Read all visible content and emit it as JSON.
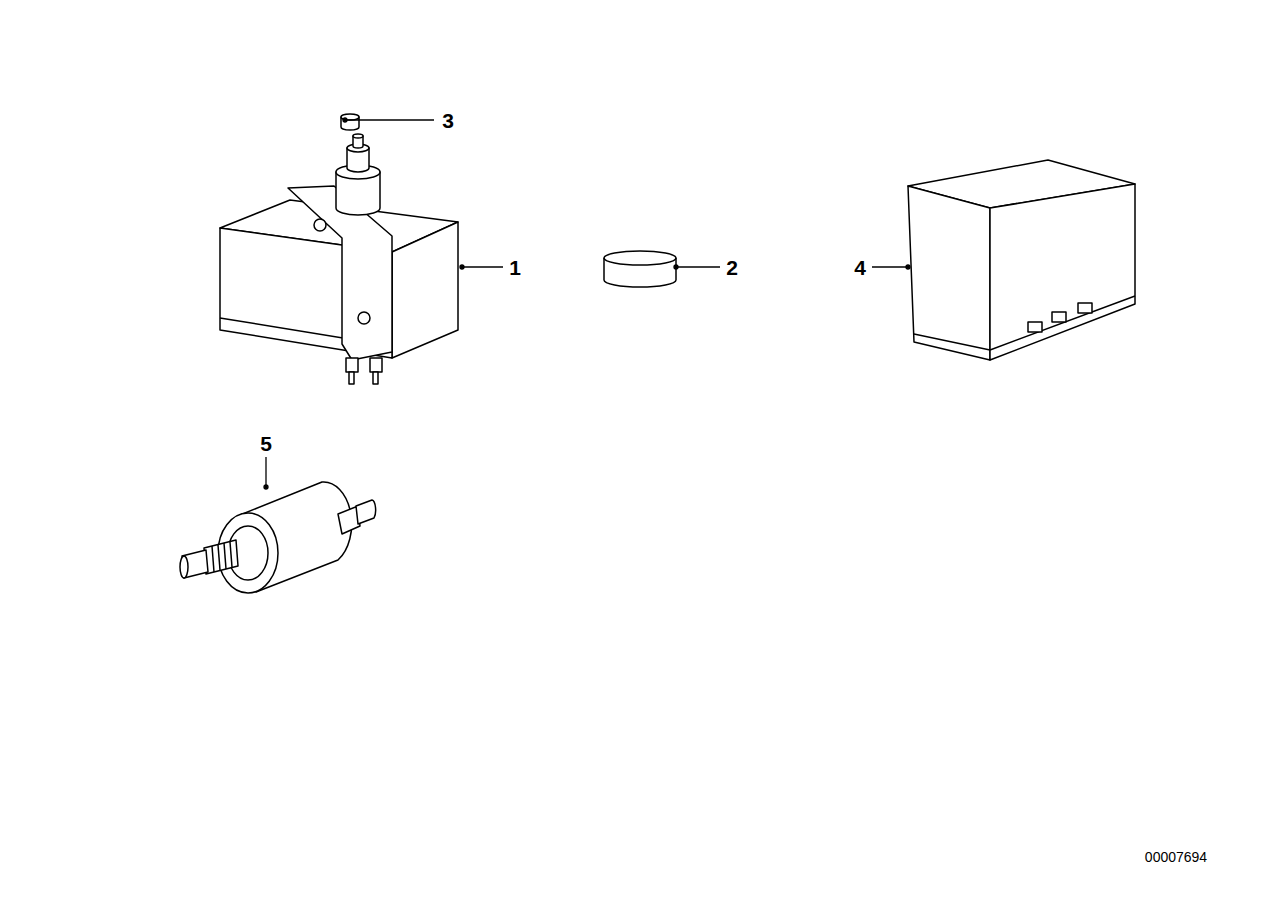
{
  "diagram": {
    "labels": [
      "3",
      "1",
      "2",
      "4",
      "5",
      "00007694"
    ]
  }
}
